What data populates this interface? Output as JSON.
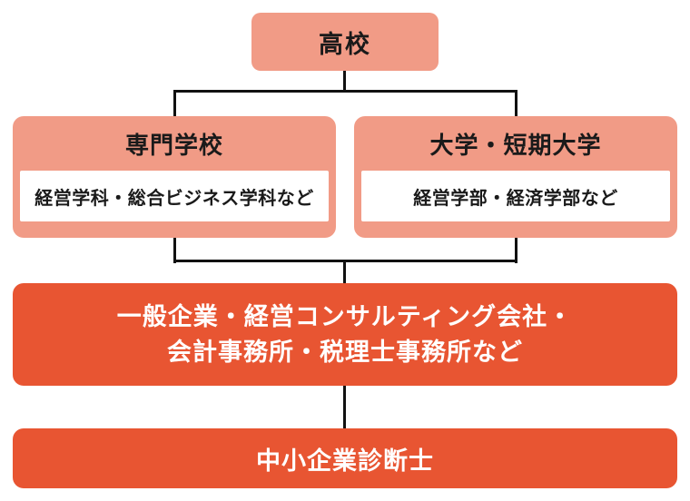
{
  "diagram": {
    "title": "career-path-flowchart",
    "nodes": {
      "highschool": {
        "label": "高校"
      },
      "vocational": {
        "title": "専門学校",
        "subtitle": "経営学科・総合ビジネス学科など"
      },
      "university": {
        "title": "大学・短期大学",
        "subtitle": "経営学部・経済学部など"
      },
      "companies": {
        "line1": "一般企業・経営コンサルティング会社・",
        "line2": "会計事務所・税理士事務所など"
      },
      "consultant": {
        "label": "中小企業診断士"
      }
    }
  },
  "colors": {
    "salmon": "#F19B86",
    "orange": "#E85532",
    "line": "#111111",
    "text_dark": "#1A1A1A",
    "text_light": "#FFFFFF"
  }
}
